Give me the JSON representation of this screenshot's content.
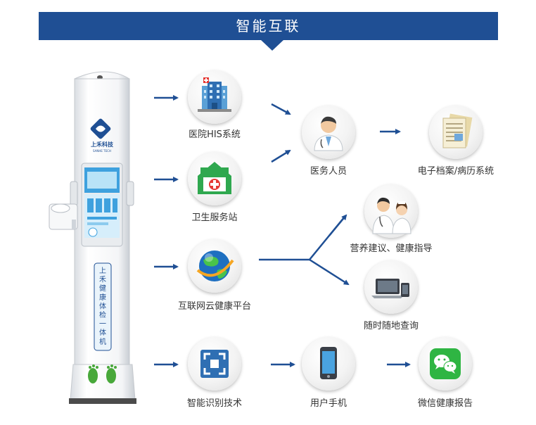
{
  "banner": {
    "title": "智能互联",
    "color": "#1f4f94"
  },
  "machine": {
    "brand": "上禾科技",
    "brand_sub": "SANHE TECH",
    "vertical_text": [
      "上",
      "禾",
      "健",
      "康",
      "体",
      "检",
      "一",
      "体",
      "机"
    ]
  },
  "nodes": {
    "his": {
      "label": "医院HIS系统",
      "icon": "hospital-building-icon"
    },
    "health_station": {
      "label": "卫生服务站",
      "icon": "health-station-icon"
    },
    "cloud": {
      "label": "互联网云健康平台",
      "icon": "globe-icon"
    },
    "recognition": {
      "label": "智能识别技术",
      "icon": "scan-frame-icon"
    },
    "medical_staff": {
      "label": "医务人员",
      "icon": "doctor-icon"
    },
    "records": {
      "label": "电子档案/病历系统",
      "icon": "documents-icon"
    },
    "nutrition": {
      "label": "营养建议、健康指导",
      "icon": "doctor-nurse-icon"
    },
    "query": {
      "label": "随时随地查询",
      "icon": "laptop-phone-icon"
    },
    "mobile": {
      "label": "用户手机",
      "icon": "smartphone-icon"
    },
    "wechat": {
      "label": "微信健康报告",
      "icon": "wechat-icon"
    }
  },
  "colors": {
    "arrow": "#1f4f94",
    "text": "#333333",
    "green": "#2fa84f",
    "blue": "#1f4f94"
  }
}
